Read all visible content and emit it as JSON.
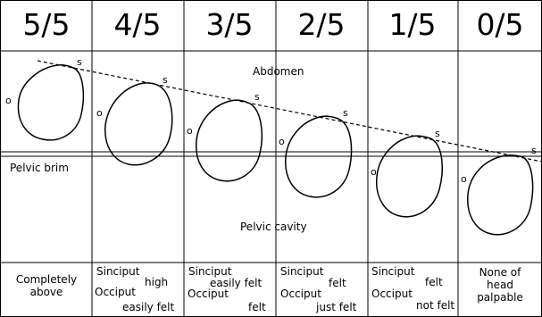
{
  "columns": [
    {
      "fraction": "5/5",
      "description": {
        "line1": "Completely",
        "line2": "above"
      }
    },
    {
      "fraction": "4/5",
      "sinciput_label": "Sinciput",
      "sinciput_status": "high",
      "occiput_label": "Occiput",
      "occiput_status": "easily felt"
    },
    {
      "fraction": "3/5",
      "sinciput_label": "Sinciput",
      "sinciput_status": "easily felt",
      "occiput_label": "Occiput",
      "occiput_status": "felt"
    },
    {
      "fraction": "2/5",
      "sinciput_label": "Sinciput",
      "sinciput_status": "felt",
      "occiput_label": "Occiput",
      "occiput_status": "just felt"
    },
    {
      "fraction": "1/5",
      "sinciput_label": "Sinciput",
      "sinciput_status": "felt",
      "occiput_label": "Occiput",
      "occiput_status": "not felt"
    },
    {
      "fraction": "0/5",
      "description": {
        "line1": "None of",
        "line2": "head",
        "line3": "palpable"
      }
    }
  ],
  "labels": {
    "abdomen": "Abdomen",
    "pelvic_brim": "Pelvic brim",
    "pelvic_cavity": "Pelvic cavity",
    "sinciput_marker": "s",
    "occiput_marker": "o"
  }
}
